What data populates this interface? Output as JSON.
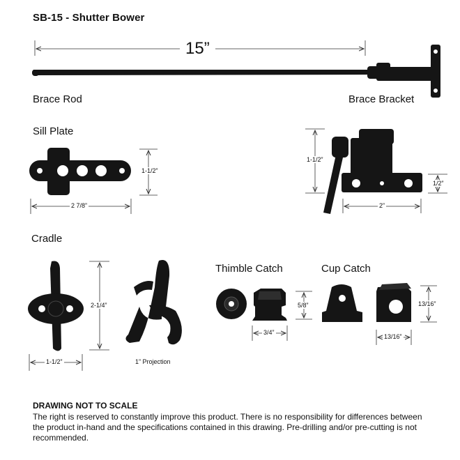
{
  "title": "SB-15 - Shutter Bower",
  "brace": {
    "length": "15”",
    "rod_label": "Brace Rod",
    "bracket_label": "Brace Bracket"
  },
  "sill_plate": {
    "label": "Sill Plate",
    "width": "2 7/8”",
    "height": "1-1/2”"
  },
  "bracket_detail": {
    "height": "1-1/2”",
    "base_height": "1/2”",
    "width": "2”"
  },
  "cradle": {
    "label": "Cradle",
    "height": "2-1/4”",
    "width": "1-1/2”",
    "projection": "1” Projection"
  },
  "thimble_catch": {
    "label": "Thimble Catch",
    "height": "5/8”",
    "width": "3/4”"
  },
  "cup_catch": {
    "label": "Cup Catch",
    "height": "13/16”",
    "width": "13/16”"
  },
  "notes": {
    "heading": "DRAWING NOT TO SCALE",
    "body": "The right is reserved to constantly improve this product. There is no responsibility for differences between the product in-hand and the specifications contained in this drawing. Pre-drilling and/or pre-cutting is not recommended."
  }
}
